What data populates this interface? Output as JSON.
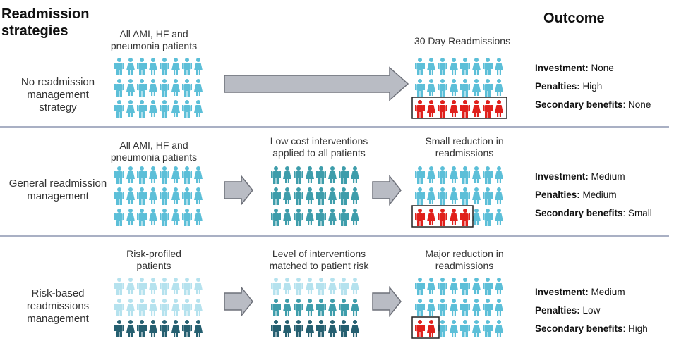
{
  "headers": {
    "strategies": "Readmission strategies",
    "outcome": "Outcome"
  },
  "colors": {
    "light": "#5cbfd8",
    "teal": "#3e9dab",
    "pale": "#b5e2ee",
    "dark": "#255f70",
    "red": "#e0201b",
    "arrow_fill": "#b9bcc4",
    "arrow_stroke": "#6e717a",
    "divider": "#a9b0c4"
  },
  "rows": [
    {
      "strategy": "No readmission management strategy",
      "input_caption": "All AMI, HF and pneumonia patients",
      "middle_caption": "",
      "result_caption": "30 Day Readmissions",
      "outcome": {
        "investment_label": "Investment:",
        "investment": "None",
        "penalties_label": "Penalties:",
        "penalties": "High",
        "secondary_label": "Secondary benefits",
        "secondary": ": None"
      }
    },
    {
      "strategy": "General readmission management",
      "input_caption": "All AMI, HF and pneumonia patients",
      "middle_caption": "Low cost interventions applied to all patients",
      "result_caption": "Small reduction in readmissions",
      "outcome": {
        "investment_label": "Investment:",
        "investment": "Medium",
        "penalties_label": "Penalties:",
        "penalties": "Medium",
        "secondary_label": "Secondary benefits",
        "secondary": ": Small"
      }
    },
    {
      "strategy": "Risk-based readmissions management",
      "input_caption": "Risk-profiled patients",
      "middle_caption": "Level of interventions matched to patient risk",
      "result_caption": "Major reduction in readmissions",
      "outcome": {
        "investment_label": "Investment:",
        "investment": "Medium",
        "penalties_label": "Penalties:",
        "penalties": "Low",
        "secondary_label": "Secondary benefits",
        "secondary": ": High"
      }
    }
  ],
  "grids": [
    {
      "id": "r1-input",
      "rows": [
        "light",
        "light",
        "light"
      ]
    },
    {
      "id": "r1-result",
      "rows": [
        "light",
        "light",
        "red"
      ],
      "boxed": 8
    },
    {
      "id": "r2-input",
      "rows": [
        "light",
        "light",
        "light"
      ]
    },
    {
      "id": "r2-middle",
      "rows": [
        "teal",
        "teal",
        "teal"
      ]
    },
    {
      "id": "r2-result",
      "rows": [
        "light",
        "light",
        "red"
      ],
      "boxed": 5
    },
    {
      "id": "r3-input",
      "rows": [
        "pale",
        "pale",
        "dark"
      ]
    },
    {
      "id": "r3-middle",
      "rows": [
        "pale",
        "teal",
        "dark"
      ]
    },
    {
      "id": "r3-result",
      "rows": [
        "light",
        "light",
        "red"
      ],
      "boxed": 2
    }
  ]
}
